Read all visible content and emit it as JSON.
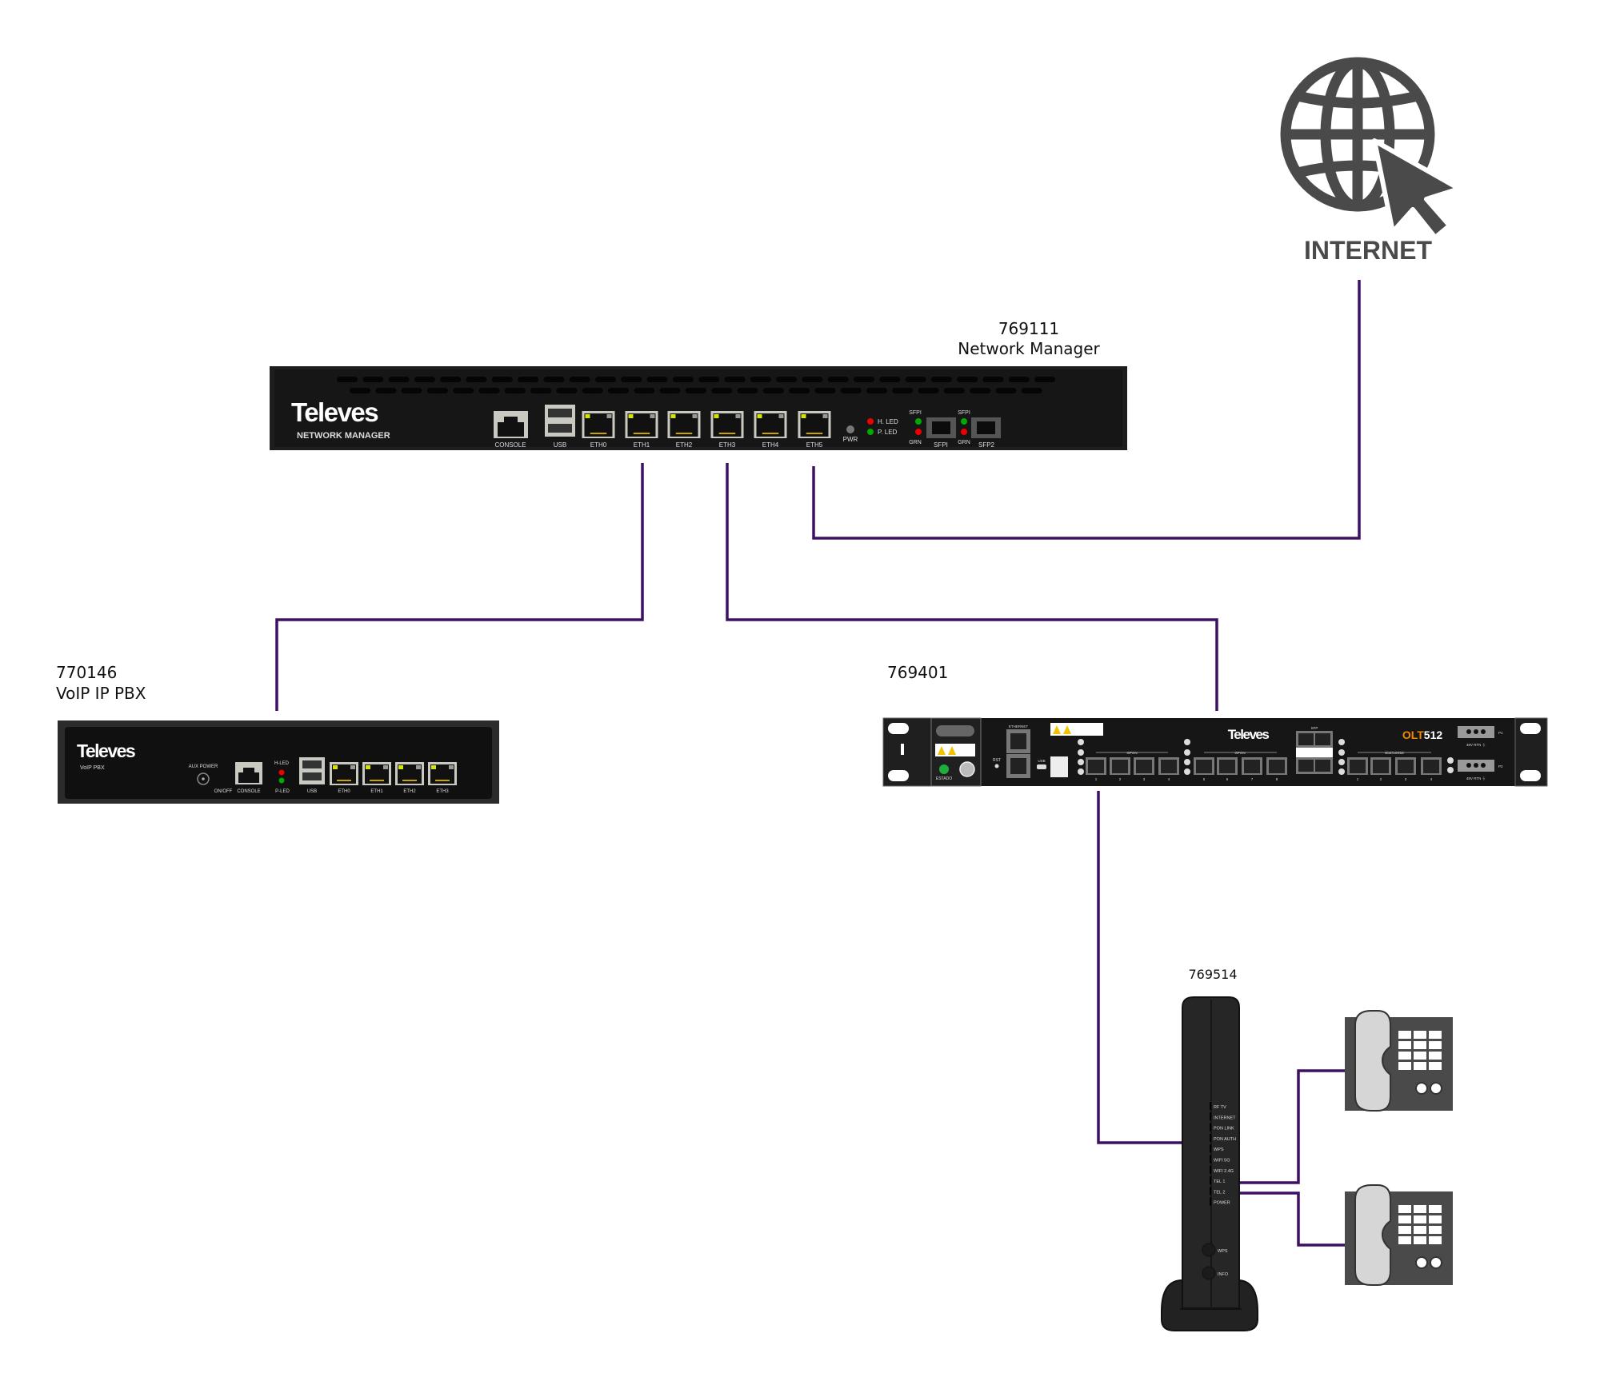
{
  "colors": {
    "link": "#3e1065",
    "device": "#1e1e1e",
    "icon": "#4a4a4a",
    "olt_accent": "#f08a00"
  },
  "internet": {
    "label": "INTERNET",
    "icon": "globe-cursor-icon"
  },
  "network_manager": {
    "code": "769111",
    "name": "Network Manager",
    "brand": "Televes",
    "model": "NETWORK MANAGER",
    "console": "CONSOLE",
    "usb": "USB",
    "eth_ports": [
      "ETH0",
      "ETH1",
      "ETH2",
      "ETH3",
      "ETH4",
      "ETH5"
    ],
    "pwr": "PWR",
    "h_led": "H. LED",
    "p_led": "P. LED",
    "sfp_top_1": "SFPI",
    "sfp_grn_1": "GRN",
    "sfp_label_1": "SFPI",
    "sfp_top_2": "SFPI",
    "sfp_grn_2": "GRN",
    "sfp_label_2": "SFP2"
  },
  "pbx": {
    "code": "770146",
    "name": "VoIP IP PBX",
    "brand": "Televes",
    "model": "VoIP PBX",
    "aux_power": "AUX POWER",
    "on_off": "ON/OFF",
    "console": "CONSOLE",
    "h_led": "H-LED",
    "p_led": "P-LED",
    "usb": "USB",
    "eth_ports": [
      "ETH0",
      "ETH1",
      "ETH2",
      "ETH3"
    ]
  },
  "olt": {
    "code": "769401",
    "brand": "Televes",
    "model_prefix": "OLT",
    "model_suffix": "512",
    "ethernet": "ETHERNET",
    "usb": "USB",
    "rst": "RST",
    "estado": "ESTADO",
    "gpon_a": "GPON",
    "gpon_b": "GPON",
    "sfp": "SFP",
    "gbe": "GbE/10GbE",
    "gpon_ports": [
      "1",
      "2",
      "3",
      "4",
      "5",
      "6",
      "7",
      "8"
    ],
    "gbe_ports": [
      "1",
      "2",
      "3",
      "4"
    ],
    "p1": "P1",
    "p2": "P2",
    "rtn": "48V RTN ⏚"
  },
  "ont": {
    "code": "769514",
    "leds": [
      "RF TV",
      "INTERNET",
      "PON LINK",
      "PON AUTH",
      "WPS",
      "WIFI 5G",
      "WIFI 2.4G",
      "TEL 1",
      "TEL 2",
      "POWER"
    ],
    "buttons": [
      "WPS",
      "INFO"
    ]
  },
  "phones": [
    {
      "name": "phone-1"
    },
    {
      "name": "phone-2"
    }
  ]
}
